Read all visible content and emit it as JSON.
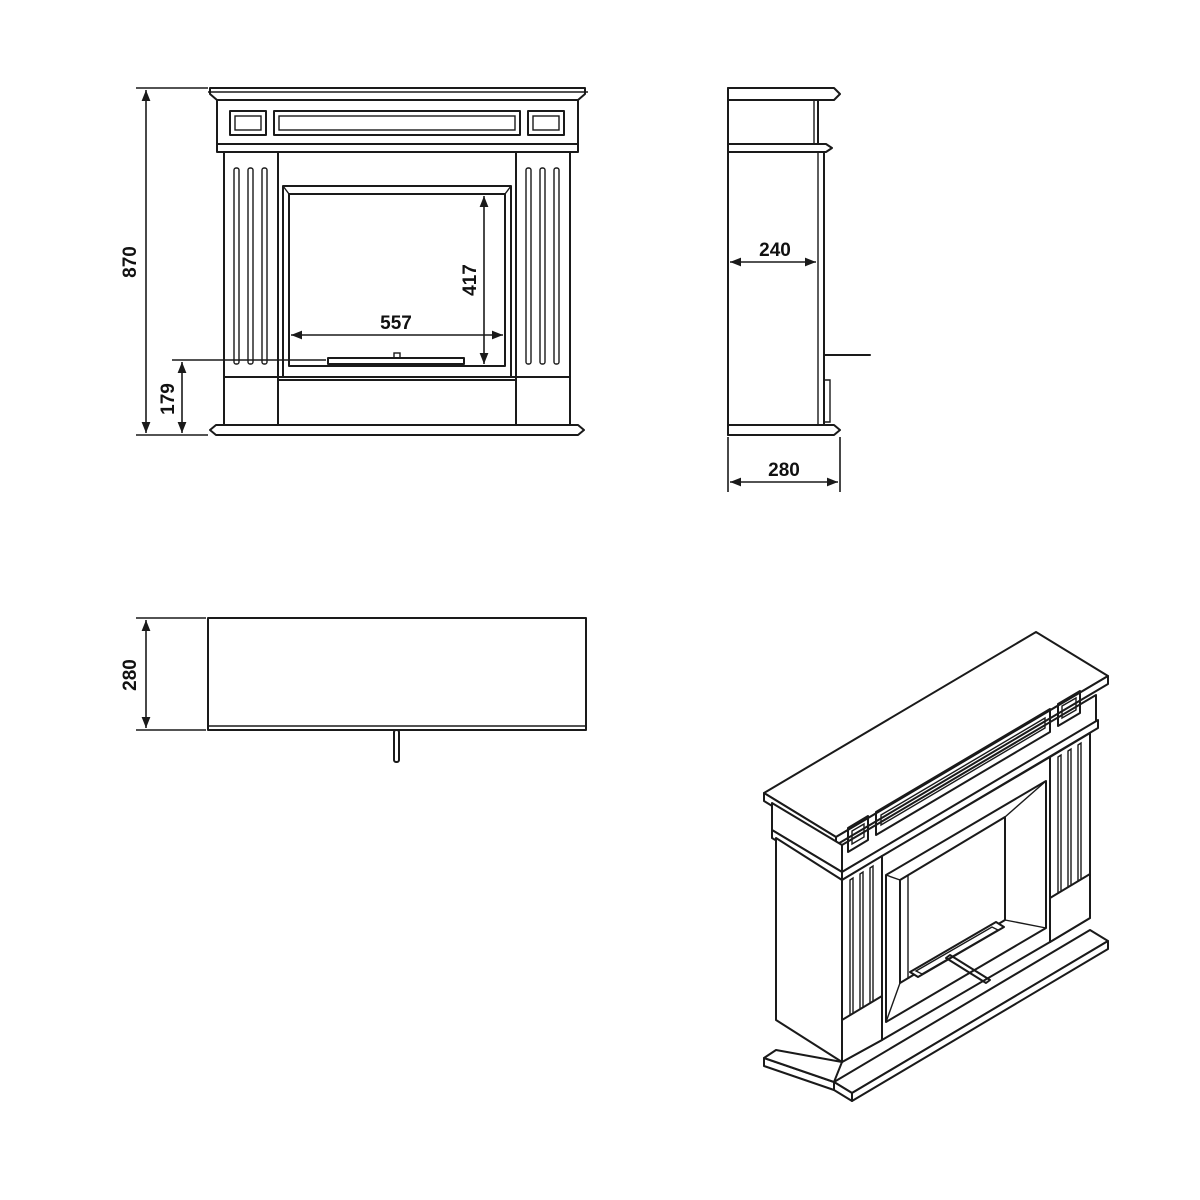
{
  "dimensions": {
    "total_height": "870",
    "base_height": "179",
    "opening_width": "557",
    "opening_height": "417",
    "inner_depth": "240",
    "total_depth_side": "280",
    "total_depth_top": "280"
  },
  "colors": {
    "line": "#1a1a1a",
    "background": "#ffffff"
  }
}
